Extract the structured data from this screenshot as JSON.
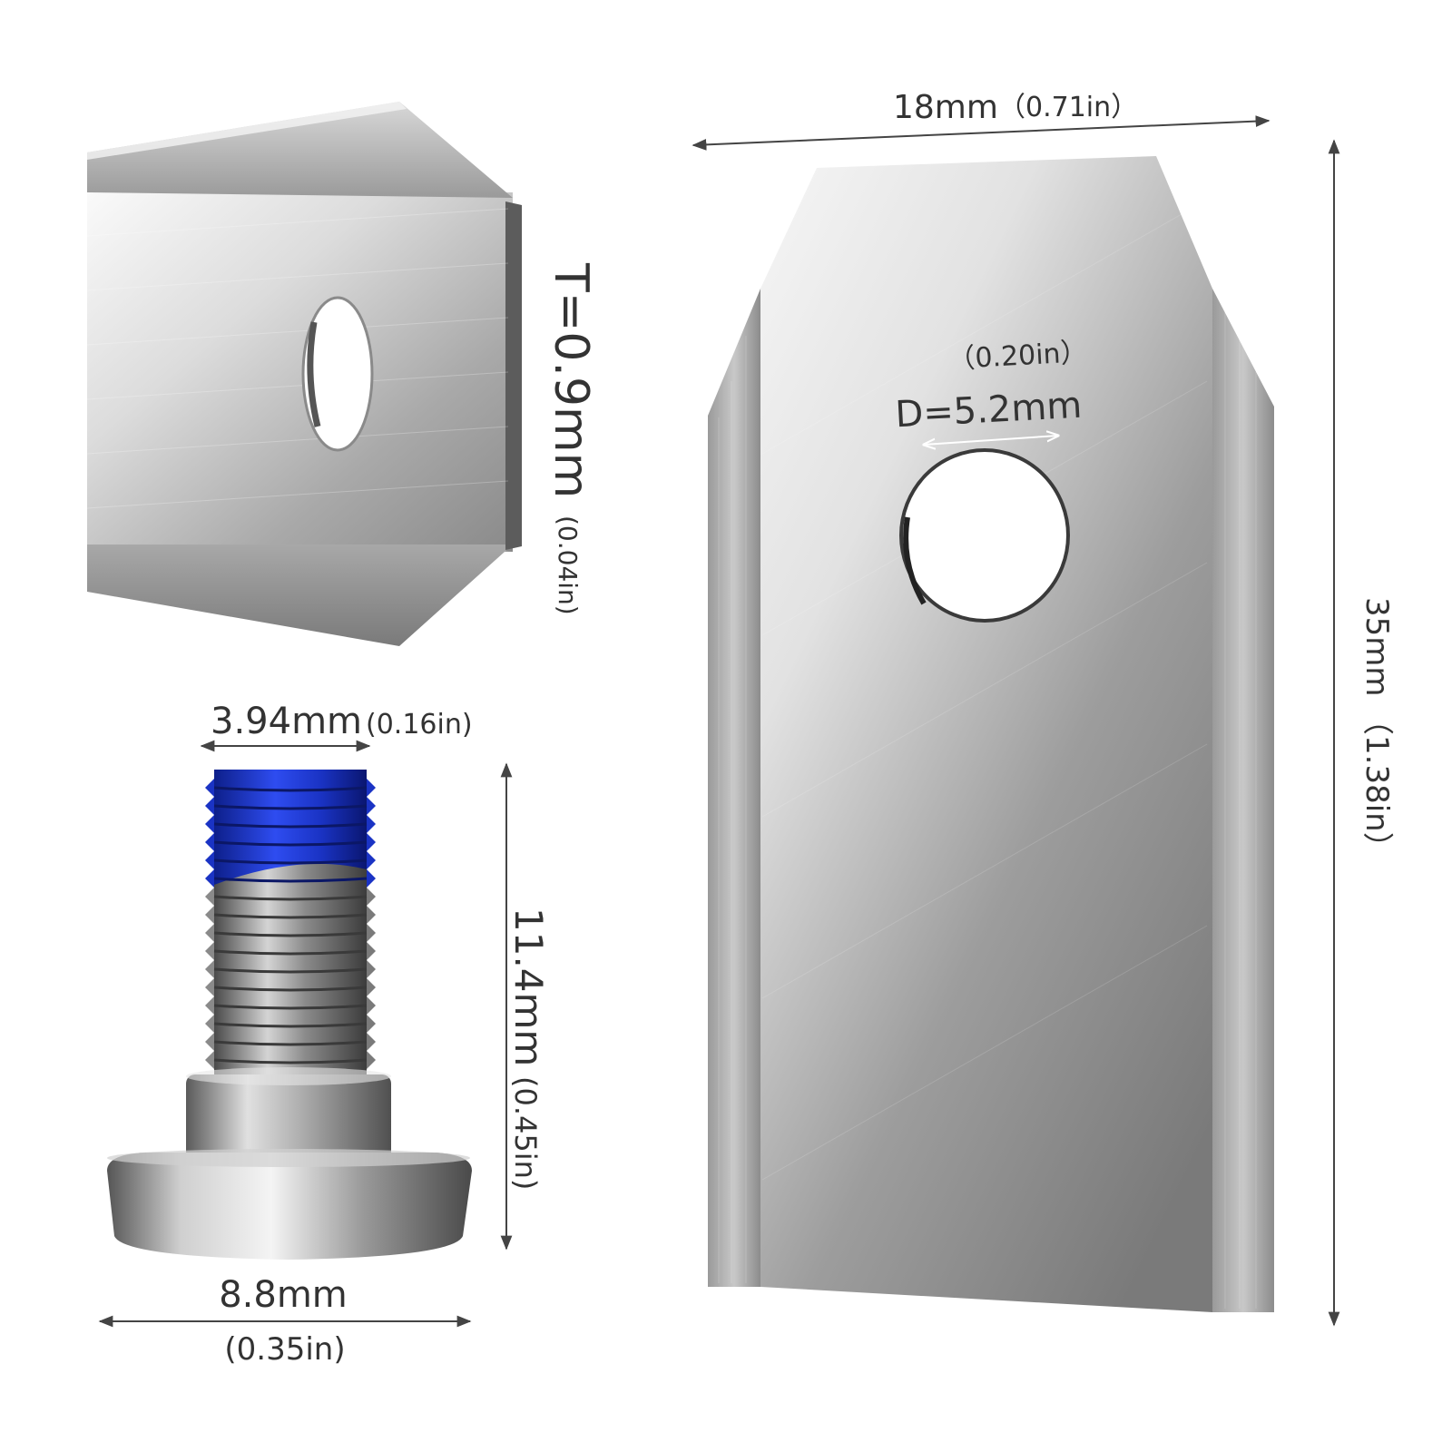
{
  "thickness_view": {
    "value": "T=0.9mm",
    "inch": "(0.04in)"
  },
  "screw": {
    "thread_width": {
      "value": "3.94mm",
      "inch": "(0.16in)"
    },
    "length": {
      "value": "11.4mm",
      "inch": "(0.45in)"
    },
    "head_width": {
      "value": "8.8mm",
      "inch": "(0.35in)"
    }
  },
  "blade": {
    "width": {
      "value": "18mm",
      "inch": "（0.71in）"
    },
    "height": {
      "value": "35mm",
      "inch": "（1.38in）"
    },
    "hole": {
      "value": "D=5.2mm",
      "inch": "（0.20in）"
    }
  },
  "colors": {
    "thread_coating": "#1f3bd6",
    "steel_light": "#f2f2f2",
    "steel_dark": "#6e6e6e",
    "dimension_line": "#444444"
  }
}
